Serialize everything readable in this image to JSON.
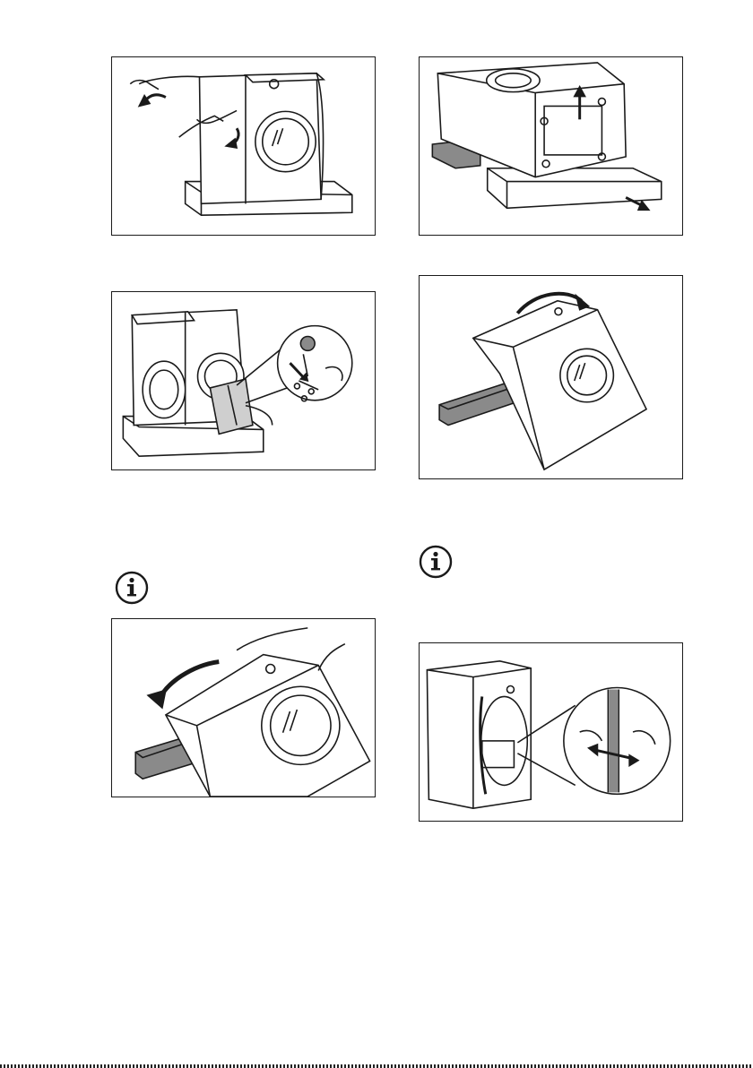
{
  "colors": {
    "line": "#1a1a1a",
    "fill": "#ffffff",
    "shade": "#cfcfcf",
    "dark": "#6e6e6e"
  },
  "icons": {
    "info": "info-icon"
  },
  "figures": [
    "remove-packaging-cover-illustration",
    "lift-off-polystyrene-top-illustration",
    "remove-polystyrene-insert-illustration",
    "tilt-machine-backwards-illustration",
    "tilt-machine-sideways-illustration",
    "remove-hose-from-clips-illustration"
  ]
}
